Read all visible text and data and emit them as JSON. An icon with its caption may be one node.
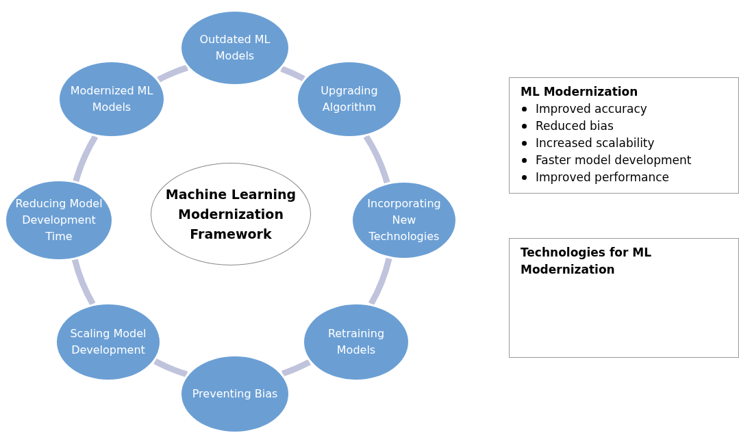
{
  "diagram": {
    "nodes": [
      {
        "text": [
          "Machine Learning Modernization Framework"
        ]
      },
      {
        "text": [
          "Outdated ML Models"
        ]
      },
      {
        "text": [
          "Upgrading Algorithm"
        ]
      },
      {
        "text": [
          "Incorporating New Technologies"
        ]
      },
      {
        "text": [
          "Retraining Models"
        ]
      },
      {
        "text": [
          "Preventing Bias"
        ]
      },
      {
        "text": [
          "Scaling Model Development"
        ]
      },
      {
        "text": [
          "Reducing Model Development Time"
        ]
      },
      {
        "text": [
          "Modernized ML Models"
        ]
      },
      {
        "text": [
          "ML Modernization",
          "Improved accuracy",
          "Reduced bias",
          "Increased scalability",
          "Faster model development",
          "Improved performance"
        ]
      },
      {
        "text": [
          "Technologies for ML Modernization"
        ]
      }
    ],
    "edges": [
      {
        "from": 1,
        "to": 2,
        "arrow": "none"
      },
      {
        "from": 2,
        "to": 3,
        "arrow": "none"
      },
      {
        "from": 3,
        "to": 4,
        "arrow": "none"
      },
      {
        "from": 4,
        "to": 5,
        "arrow": "none"
      },
      {
        "from": 5,
        "to": 6,
        "arrow": "none"
      },
      {
        "from": 6,
        "to": 7,
        "arrow": "none"
      },
      {
        "from": 7,
        "to": 8,
        "arrow": "none"
      },
      {
        "from": 8,
        "to": 1,
        "arrow": "none"
      }
    ]
  }
}
